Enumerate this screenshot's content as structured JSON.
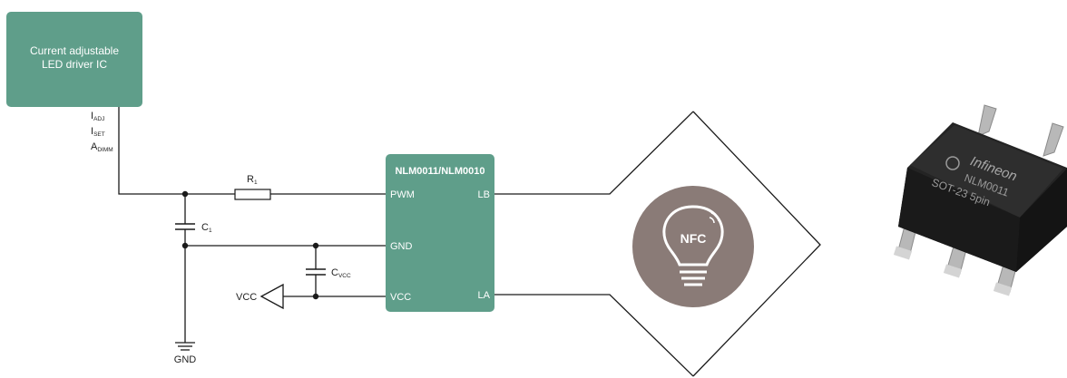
{
  "driver_ic": {
    "line1": "Current adjustable",
    "line2": "LED driver IC"
  },
  "driver_pins": {
    "iadj": {
      "main": "I",
      "sub": "ADJ"
    },
    "iset": {
      "main": "I",
      "sub": "SET"
    },
    "adimm": {
      "main": "A",
      "sub": "DIMM"
    }
  },
  "components": {
    "r1": {
      "main": "R",
      "sub": "1"
    },
    "c1": {
      "main": "C",
      "sub": "1"
    },
    "cvcc": {
      "main": "C",
      "sub": "VCC"
    },
    "vcc_label": "VCC",
    "gnd_label": "GND"
  },
  "nlm_chip": {
    "title": "NLM0011/NLM0010",
    "pins": {
      "pwm": "PWM",
      "gnd": "GND",
      "vcc": "VCC",
      "lb": "LB",
      "la": "LA"
    }
  },
  "nfc_badge": "NFC",
  "package": {
    "brand": "Infineon",
    "part": "NLM0011",
    "pkg": "SOT-23 5pin"
  },
  "colors": {
    "box_fill": "#5f9e8a",
    "wire": "#1a1a1a",
    "bulb_circle": "#8a7b77"
  }
}
